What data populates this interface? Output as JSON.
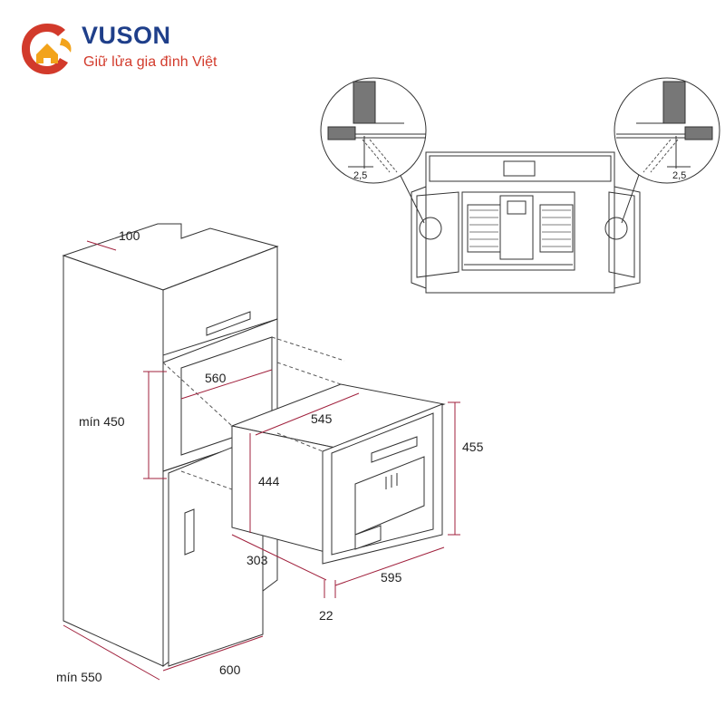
{
  "brand": {
    "name": "VUSON",
    "tagline": "Giữ lửa gia đình Việt",
    "colors": {
      "primary": "#1f3f8a",
      "accent": "#d23a2b",
      "flame": "#f2a31b"
    }
  },
  "dimensions": {
    "top_depth": "100",
    "niche_width": "560",
    "niche_height": "mín 450",
    "body_width": "545",
    "body_height": "444",
    "front_height": "455",
    "body_depth": "303",
    "front_width": "595",
    "panel_thickness": "22",
    "cabinet_depth": "mín 550",
    "cabinet_width": "600",
    "gap_left": "2,5",
    "gap_right": "2,5"
  },
  "colors": {
    "dimension_line": "#a0203c",
    "outline": "#333333",
    "dashed": "#555555"
  }
}
